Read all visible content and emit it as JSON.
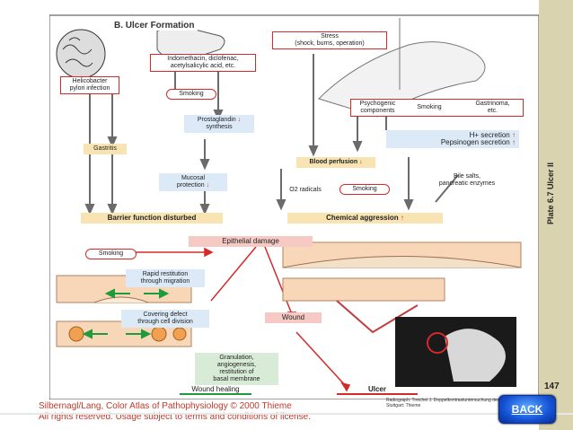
{
  "panel_title": "B. Ulcer Formation",
  "side_plate": "Plate 6.7  Ulcer II",
  "page_number": "147",
  "labels": {
    "stress": "Stress\n(shock, burns, operation)",
    "nsaids": "Indomethacin, diclofenac,\nacetylsalicylic acid, etc.",
    "helicobacter": "Helicobacter\npylori infection",
    "smoking1": "Smoking",
    "prostaglandin": "Prostaglandin",
    "prostaglandin_synthesis": "synthesis",
    "psychogenic": "Psychogenic\ncomponents",
    "smoking2": "Smoking",
    "gastrinoma": "Gastrinoma,\netc.",
    "h_secretion": "H+ secretion",
    "pepsinogen": "Pepsinogen secretion",
    "gastritis": "Gastritis",
    "blood_perfusion": "Blood perfusion",
    "mucosal": "Mucosal\nprotection",
    "o2_radicals": "O2 radicals",
    "smoking3": "Smoking",
    "bile_salts": "Bile salts,\npancreatic enzymes",
    "barrier": "Barrier function disturbed",
    "chemical": "Chemical aggression",
    "epithelial": "Epithelial damage",
    "smoking4": "Smoking",
    "rapid_restitution": "Rapid restitution\nthrough migration",
    "covering_defect": "Covering defect\nthrough cell division",
    "wound": "Wound",
    "granulation": "Granulation,\nangiogenesis,\nrestitution of\nbasal membrane",
    "wound_healing": "Wound healing",
    "ulcer": "Ulcer",
    "radiograph_credit": "Radiograph: Treichel J. Doppelkontrastuntersuchung des Magens, 2nd ed. Stuttgart: Thieme"
  },
  "footer": {
    "line1": "Silbernagl/Lang, Color Atlas of Pathophysiology © 2000 Thieme",
    "line2": "All rights reserved. Usage subject to terms and conditions of license."
  },
  "back_button": "BACK",
  "colors": {
    "arrow_red": "#d42a2a",
    "arrow_gray": "#6b6b6b",
    "green": "#1e9b3a",
    "back_blue": "#1452d6"
  }
}
